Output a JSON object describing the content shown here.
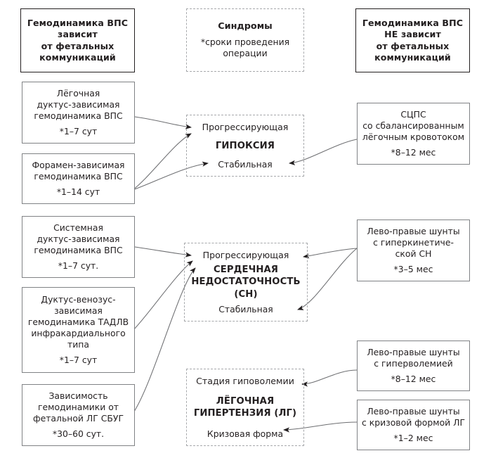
{
  "diagram": {
    "title_left": "Гемодинамика ВПС зависит от фетальных коммуникаций",
    "title_center": "Синдромы",
    "title_right": "Гемодинамика ВПС НЕ зависит от фетальных коммуникаций"
  },
  "headers": {
    "left": {
      "l1": "Гемодинамика ВПС",
      "l2": "зависит",
      "l3": "от фетальных",
      "l4": "коммуникаций"
    },
    "center": {
      "title": "Синдромы",
      "l1": "*сроки проведения",
      "l2": "операции"
    },
    "right": {
      "l1": "Гемодинамика ВПС",
      "l2": "НЕ зависит",
      "l3": "от фетальных",
      "l4": "коммуникаций"
    }
  },
  "left_boxes": [
    {
      "id": "pulmonary-ductus-dependent",
      "lines": [
        "Лёгочная",
        "дуктус-зависимая",
        "гемодинамика ВПС"
      ],
      "note": "*1–7 сут"
    },
    {
      "id": "foramen-dependent",
      "lines": [
        "Форамен-зависимая",
        "гемодинамика ВПС"
      ],
      "note": "*1–14 сут"
    },
    {
      "id": "systemic-ductus-dependent",
      "lines": [
        "Системная",
        "дуктус-зависимая",
        "гемодинамика ВПС"
      ],
      "note": "*1–7 сут."
    },
    {
      "id": "ductus-venosus-dependent",
      "lines": [
        "Дуктус-венозус-",
        "зависимая",
        "гемодинамика ТАДЛВ",
        "инфракардиального",
        "типа"
      ],
      "note": "*1–7 сут"
    },
    {
      "id": "fetal-ph-sbug-dependence",
      "lines": [
        "Зависимость",
        "гемодинамики от",
        "фетальной ЛГ СБУГ"
      ],
      "note": "*30–60 сут."
    }
  ],
  "right_boxes": [
    {
      "id": "scps-balanced-flow",
      "lines": [
        "СЦПС",
        "со сбалансированным",
        "лёгочным кровотоком"
      ],
      "note": "*8–12 мес"
    },
    {
      "id": "left-right-shunts-hyperkinetic",
      "lines": [
        "Лево-правые шунты",
        "с гиперкинетиче-",
        "ской СН"
      ],
      "note": "*3–5 мес"
    },
    {
      "id": "left-right-shunts-hypervolemia",
      "lines": [
        "Лево-правые шунты",
        "с гиперволемией"
      ],
      "note": "*8–12 мес"
    },
    {
      "id": "left-right-shunts-crisis-ph",
      "lines": [
        "Лево-правые шунты",
        "с кризовой формой ЛГ"
      ],
      "note": "*1–2 мес"
    }
  ],
  "center_syndromes": [
    {
      "id": "hypoxia",
      "top": "Прогрессирующая",
      "title_lines": [
        "ГИПОКСИЯ"
      ],
      "bottom": "Стабильная"
    },
    {
      "id": "heart-failure",
      "top": "Прогрессирующая",
      "title_lines": [
        "СЕРДЕЧНАЯ",
        "НЕДОСТАТОЧНОСТЬ (СН)"
      ],
      "bottom": "Стабильная"
    },
    {
      "id": "pulmonary-hypertension",
      "top": "Стадия гиповолемии",
      "title_lines": [
        "ЛЁГОЧНАЯ",
        "ГИПЕРТЕНЗИЯ (ЛГ)"
      ],
      "bottom": "Кризовая форма"
    }
  ],
  "colors": {
    "text": "#231f20",
    "solid_border": "#808285",
    "strong_border": "#231f20",
    "dashed_border": "#a7a9ac",
    "arrow": "#58595b",
    "background": "#ffffff"
  }
}
